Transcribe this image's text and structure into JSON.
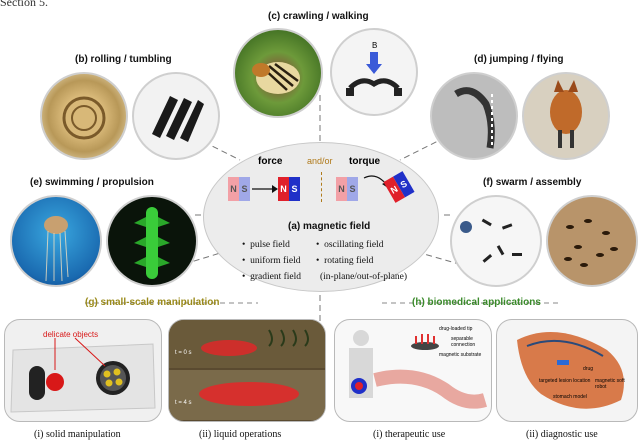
{
  "header_fragment": "Section 5.",
  "panels": {
    "crawling": "(c)  crawling / walking",
    "rolling": "(b)  rolling / tumbling",
    "jumping": "(d)  jumping / flying",
    "swimming": "(e)  swimming / propulsion",
    "swarm": "(f)  swarm / assembly",
    "manipulation": "(g)  small-scale manipulation",
    "biomedical": "(h)  biomedical applications"
  },
  "center": {
    "force": "force",
    "andor": "and/or",
    "torque": "torque",
    "title": "(a)  magnetic field",
    "bullets_left": [
      "pulse field",
      "uniform field",
      "gradient field"
    ],
    "bullets_right": [
      "oscillating field",
      "rotating field"
    ],
    "bullet_extra": "(in-plane/out-of-plane)",
    "n": "N",
    "s": "S"
  },
  "field_symbol": "B",
  "bottom_labels": [
    "(i)  solid manipulation",
    "(ii)  liquid operations",
    "(i)  therapeutic use",
    "(ii)  diagnostic use"
  ],
  "inset_text": {
    "delicate": "delicate objects",
    "drug_tip": "drug-loaded tip",
    "separable": "separable connection",
    "substrate": "magnetic substrate",
    "drug": "drug",
    "targeted": "targeted lesion location",
    "robot": "magnetic soft robot",
    "stomach": "stomach model",
    "t1": "t = 0 s",
    "t2": "t = 4 s"
  },
  "colors": {
    "north": "#e0202a",
    "south": "#2030c8",
    "north_faded": "#f2a0a6",
    "south_faded": "#a0a8e8",
    "olive": "#9a8a1a",
    "green": "#3a8a2a"
  }
}
